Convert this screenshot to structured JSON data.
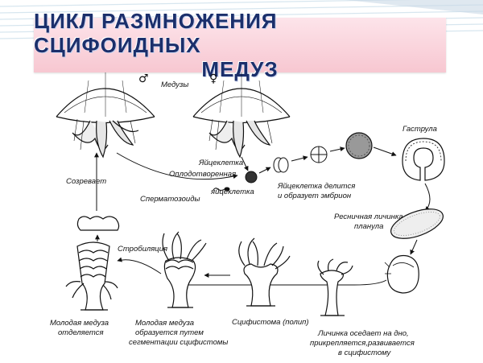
{
  "title": {
    "line1": "ЦИКЛ РАЗМНОЖЕНИЯ СЦИФОИДНЫХ",
    "line2": "МЕДУЗ"
  },
  "symbols": {
    "male": "♂",
    "female": "♀"
  },
  "labels": {
    "medusae": "Медузы",
    "egg_cell": "Яйцеклетка",
    "fertilized_1": "Оплодотворенная",
    "fertilized_2": "яйцеклетка",
    "sperm": "Сперматозоиды",
    "divides_1": "Яйцеклетка делится",
    "divides_2": "и образует эмбрион",
    "gastrula": "Гаструла",
    "planula_1": "Ресничная личинка",
    "planula_2": "планула",
    "matures": "Созревает",
    "strobilation": "Стробиляция",
    "young_1": "Молодая медуза",
    "young_2": "отделяется",
    "segment_1": "Молодая медуза",
    "segment_2": "образуется путем",
    "segment_3": "сегментации сцифистомы",
    "scyphistoma": "Сцифистома (полип)",
    "settles_1": "Личинка оседает на дно,",
    "settles_2": "прикрепляется,развивается",
    "settles_3": "в сцифистому"
  },
  "colors": {
    "title_text": "#1b2f6b",
    "banner": "#f7c7d1",
    "ink": "#111111"
  }
}
